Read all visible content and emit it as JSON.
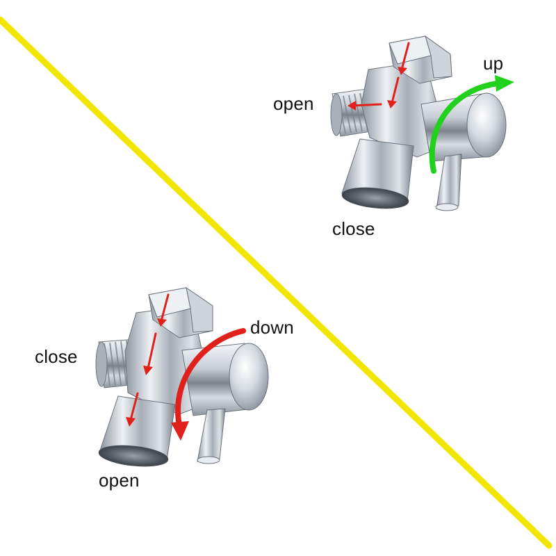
{
  "divider": {
    "color": "#f2e600"
  },
  "top_valve": {
    "label_left": "open",
    "label_bottom": "close",
    "label_arrow": "up",
    "arrow_color": "#22d11e",
    "flow_arrow_color": "#e0201a",
    "arrow_icon": "curved-arrow-up-icon"
  },
  "bottom_valve": {
    "label_left": "close",
    "label_bottom": "open",
    "label_arrow": "down",
    "arrow_color": "#e0201a",
    "flow_arrow_color": "#e0201a",
    "arrow_icon": "curved-arrow-down-icon"
  }
}
